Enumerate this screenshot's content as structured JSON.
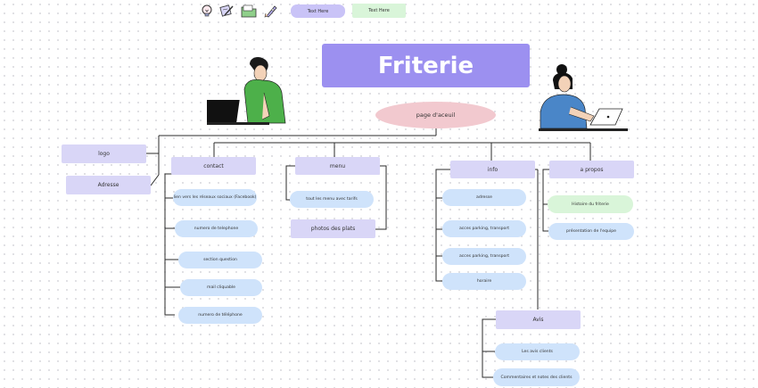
{
  "toolbar": {
    "icons": [
      "lightbulb-icon",
      "pencil-icon",
      "folder-icon",
      "rocket-icon"
    ],
    "button_purple": "Text Here",
    "button_green": "Text Here"
  },
  "diagram": {
    "title": "Friterie",
    "root": "page d'aceuil",
    "side_nodes": [
      "logo",
      "Adresse"
    ],
    "contact": {
      "label": "contact",
      "items": [
        "lien vers les réseaux sociaux (Facebook)",
        "numero de telephone",
        "section question",
        "mail cliquable",
        "numero de téléphone"
      ]
    },
    "menu": {
      "label": "menu",
      "items": [
        "tout les menu avec tarifs"
      ],
      "photos": "photos des plats"
    },
    "info": {
      "label": "info",
      "items": [
        "adresse",
        "acces parking, transport",
        "acces parking, transport",
        "horaire"
      ]
    },
    "apropos": {
      "label": "a propos",
      "items": [
        "Histoire du friterie",
        "présentation de l'equipe"
      ]
    },
    "avis": {
      "label": "Avis",
      "items": [
        "Les avis clients",
        "Commentaires et notes des clients"
      ]
    }
  },
  "colors": {
    "title_bg": "#9c90f0",
    "node_bg": "#d9d6f7",
    "pill_bg": "#cfe3fb",
    "green_bg": "#d9f5d9",
    "root_bg": "#f2c9cf"
  }
}
